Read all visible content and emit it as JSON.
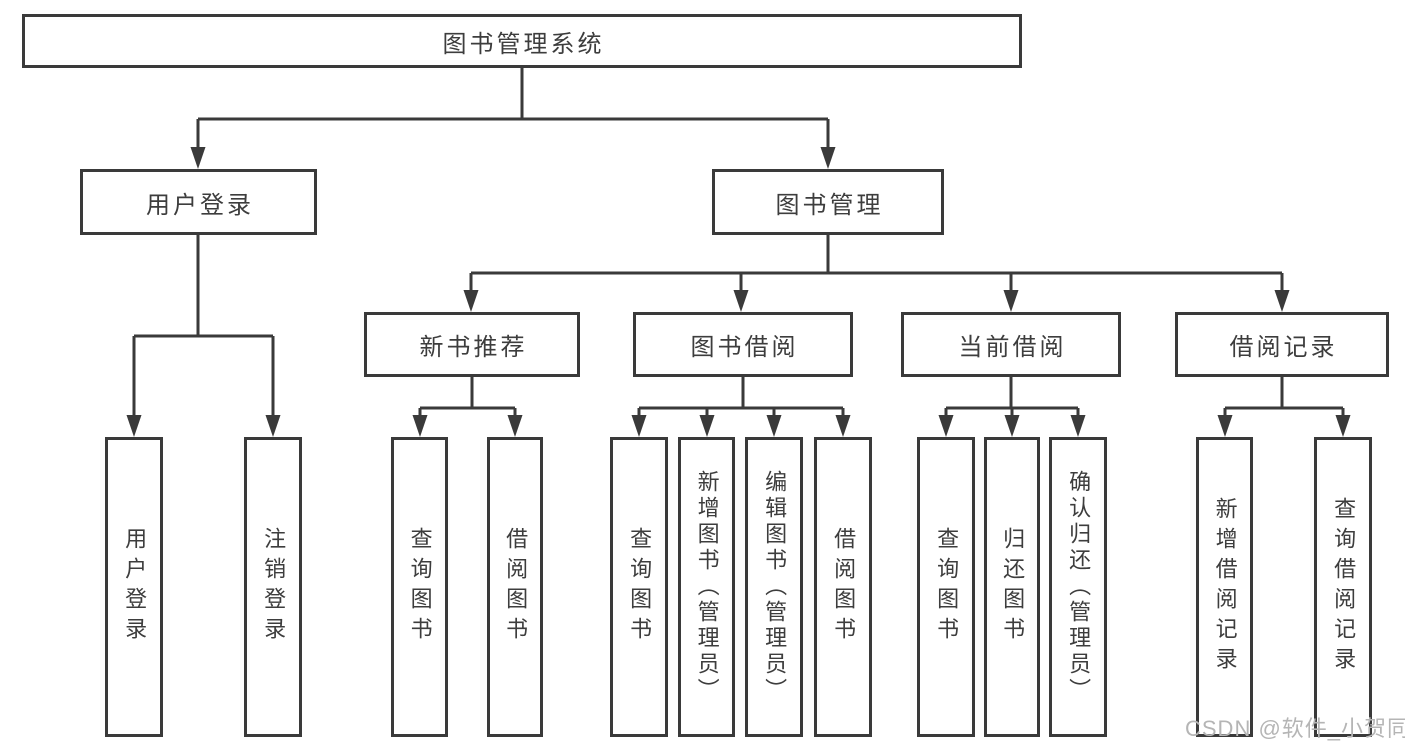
{
  "diagram": {
    "title": "图书管理系统",
    "root": {
      "id": "library-management-system",
      "label": "图书管理系统"
    },
    "level2": [
      {
        "id": "user-login-group",
        "label": "用户登录",
        "parent": "library-management-system"
      },
      {
        "id": "book-management",
        "label": "图书管理",
        "parent": "library-management-system"
      }
    ],
    "level3": [
      {
        "id": "new-book-recommend",
        "label": "新书推荐",
        "parent": "book-management"
      },
      {
        "id": "book-borrowing",
        "label": "图书借阅",
        "parent": "book-management"
      },
      {
        "id": "current-borrowing",
        "label": "当前借阅",
        "parent": "book-management"
      },
      {
        "id": "borrowing-records",
        "label": "借阅记录",
        "parent": "book-management"
      }
    ],
    "leaves": [
      {
        "id": "user-login",
        "label": "用户登录",
        "parent": "user-login-group"
      },
      {
        "id": "logout",
        "label": "注销登录",
        "parent": "user-login-group"
      },
      {
        "id": "query-books-newbook",
        "label": "查询图书",
        "parent": "new-book-recommend"
      },
      {
        "id": "borrow-books-newbook",
        "label": "借阅图书",
        "parent": "new-book-recommend"
      },
      {
        "id": "query-books-borrowing",
        "label": "查询图书",
        "parent": "book-borrowing"
      },
      {
        "id": "add-books-admin",
        "label": "新增图书（管理员）",
        "parent": "book-borrowing"
      },
      {
        "id": "edit-books-admin",
        "label": "编辑图书（管理员）",
        "parent": "book-borrowing"
      },
      {
        "id": "borrow-books-borrowing",
        "label": "借阅图书",
        "parent": "book-borrowing"
      },
      {
        "id": "query-books-current",
        "label": "查询图书",
        "parent": "current-borrowing"
      },
      {
        "id": "return-books",
        "label": "归还图书",
        "parent": "current-borrowing"
      },
      {
        "id": "confirm-return-admin",
        "label": "确认归还（管理员）",
        "parent": "current-borrowing"
      },
      {
        "id": "add-borrow-record",
        "label": "新增借阅记录",
        "parent": "borrowing-records"
      },
      {
        "id": "query-borrow-record",
        "label": "查询借阅记录",
        "parent": "borrowing-records"
      }
    ]
  },
  "watermark": {
    "text": "CSDN @软件_小贺同学"
  },
  "colors": {
    "line": "#3a3a3a",
    "box_border": "#3a3a3a",
    "box_fill": "#ffffff",
    "label": "#3d3d3d",
    "watermark": "#b5b5b5",
    "background": "#ffffff"
  }
}
